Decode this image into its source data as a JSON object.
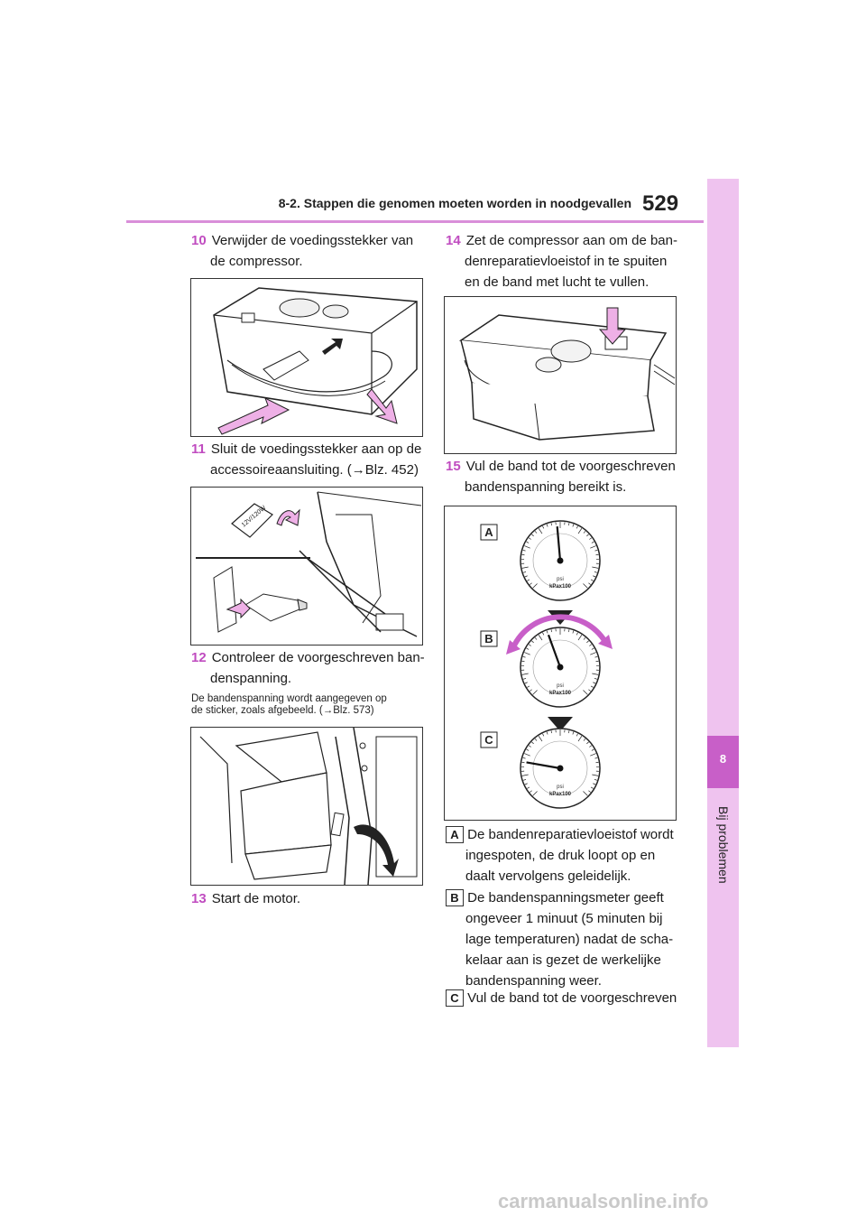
{
  "header": {
    "section_title": "8-2. Stappen die genomen moeten worden in noodgevallen",
    "page_number": "529"
  },
  "side_tab": {
    "chapter_number": "8",
    "chapter_label": "Bij problemen"
  },
  "steps": [
    {
      "num": "10",
      "lines": [
        "Verwijder de voedingsstekker van",
        "de compressor."
      ]
    },
    {
      "num": "11",
      "lines": [
        "Sluit de voedingsstekker aan op de",
        "accessoireaansluiting. (→Blz. 452)"
      ]
    },
    {
      "num": "12",
      "lines": [
        "Controleer de voorgeschreven ban-",
        "denspanning."
      ]
    },
    {
      "num": "13",
      "lines": [
        "Start de motor."
      ]
    },
    {
      "num": "14",
      "lines": [
        "Zet de compressor aan om de ban-",
        "denreparatievloeistof in te spuiten",
        "en de band met lucht te vullen."
      ]
    },
    {
      "num": "15",
      "lines": [
        "Vul de band tot de voorgeschreven",
        "bandenspanning bereikt is."
      ]
    }
  ],
  "note_12": {
    "lines": [
      "De bandenspanning wordt aangegeven op",
      "de sticker, zoals afgebeeld. (→Blz. 573)"
    ]
  },
  "figure_texts": {
    "plug_label": "12V/120W",
    "gauge_unit_psi": "psi",
    "gauge_unit_kpa": "kPax100",
    "gauge_labels": [
      "A",
      "B",
      "C"
    ]
  },
  "labels": [
    {
      "letter": "A",
      "lines": [
        "De bandenreparatievloeistof wordt",
        "ingespoten, de druk loopt op en",
        "daalt vervolgens geleidelijk."
      ]
    },
    {
      "letter": "B",
      "lines": [
        "De bandenspanningsmeter geeft",
        "ongeveer 1 minuut (5 minuten bij",
        "lage temperaturen) nadat de scha-",
        "kelaar aan is gezet de werkelijke",
        "bandenspanning weer."
      ]
    },
    {
      "letter": "C",
      "lines": [
        "Vul de band tot de voorgeschreven"
      ]
    }
  ],
  "watermark": "carmanualsonline.info",
  "colors": {
    "accent": "#c04cc0",
    "tab_light": "#efc3ef",
    "tab_dark": "#c85fc8",
    "arrow_pink": "#eeb0e6"
  }
}
